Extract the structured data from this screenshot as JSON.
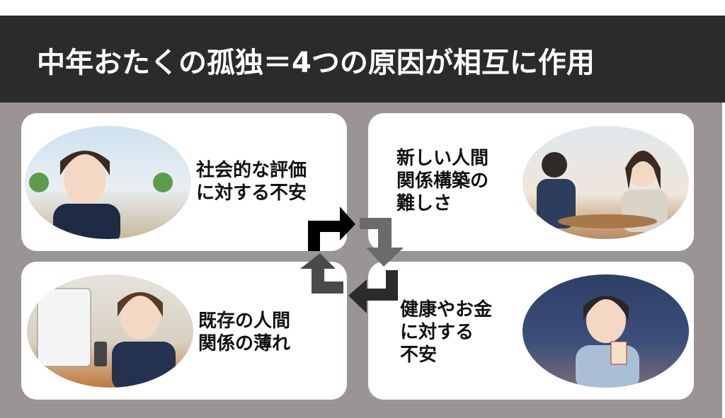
{
  "title": "中年おたくの孤独＝4つの原因が相互に作用",
  "causes": [
    {
      "text": "社会的な評価\nに対する不安"
    },
    {
      "text": "新しい人間\n関係構築の\n難しさ"
    },
    {
      "text": "既存の人間\n関係の薄れ"
    },
    {
      "text": "健康やお金\nに対する\n不安"
    }
  ],
  "colors": {
    "header": "#2b2b2b",
    "background": "#9a9594",
    "card": "#ffffff"
  }
}
